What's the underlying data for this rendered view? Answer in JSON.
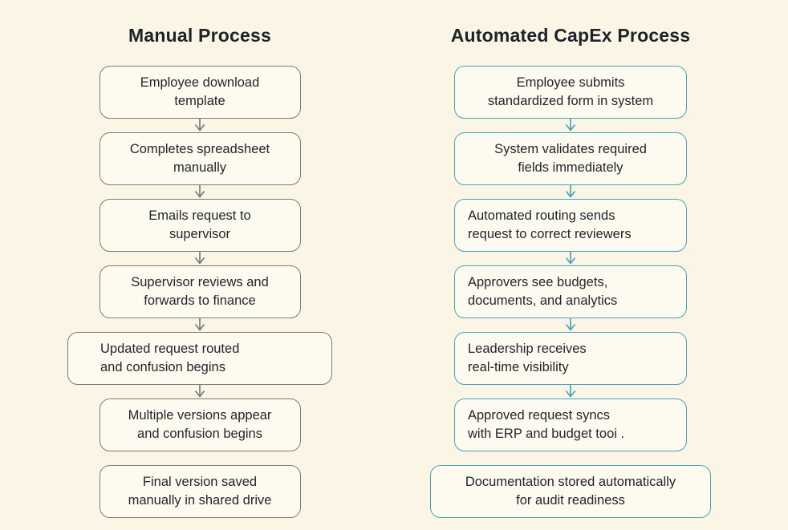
{
  "page": {
    "background": "#FBF5E5",
    "box_fill": "#FDFAEF",
    "text_color": "#22262C"
  },
  "columns": [
    {
      "id": "manual",
      "title": "Manual Process",
      "accent": "#7C7C75",
      "steps": [
        {
          "lines": [
            "Employee download",
            "template"
          ],
          "align": "center",
          "wide": false,
          "arrow_after": true
        },
        {
          "lines": [
            "Completes spreadsheet",
            "manually"
          ],
          "align": "center",
          "wide": false,
          "arrow_after": true
        },
        {
          "lines": [
            "Emails request to",
            "supervisor"
          ],
          "align": "center",
          "wide": false,
          "arrow_after": true
        },
        {
          "lines": [
            "Supervisor reviews and",
            "forwards to finance"
          ],
          "align": "center",
          "wide": false,
          "arrow_after": true
        },
        {
          "lines": [
            "Updated request routed",
            "and confusion begins"
          ],
          "align": "left",
          "wide": true,
          "arrow_after": true
        },
        {
          "lines": [
            "Multiple versions appear",
            "and confusion begins"
          ],
          "align": "center",
          "wide": false,
          "arrow_after": false
        },
        {
          "lines": [
            "Final version saved",
            "manually in shared drive"
          ],
          "align": "center",
          "wide": false,
          "arrow_after": false
        }
      ]
    },
    {
      "id": "automated",
      "title": "Automated CapEx Process",
      "accent": "#4BA3B9",
      "steps": [
        {
          "lines": [
            "Employee submits",
            "standardized form in system"
          ],
          "align": "center",
          "wide": false,
          "arrow_after": true
        },
        {
          "lines": [
            "System validates required",
            "fields immediately"
          ],
          "align": "center",
          "wide": false,
          "arrow_after": true
        },
        {
          "lines": [
            "Automated routing sends",
            "request to correct reviewers"
          ],
          "align": "left",
          "wide": false,
          "arrow_after": true
        },
        {
          "lines": [
            "Approvers see budgets,",
            "documents, and analytics"
          ],
          "align": "left",
          "wide": false,
          "arrow_after": true
        },
        {
          "lines": [
            "Leadership receives",
            "real-time visibility"
          ],
          "align": "left",
          "wide": false,
          "arrow_after": true
        },
        {
          "lines": [
            "Approved request syncs",
            "with ERP and budget tooi ."
          ],
          "align": "left",
          "wide": false,
          "arrow_after": false
        },
        {
          "lines": [
            "Documentation stored automatically",
            "for audit readiness"
          ],
          "align": "center",
          "wide": true,
          "arrow_after": false
        }
      ]
    }
  ]
}
